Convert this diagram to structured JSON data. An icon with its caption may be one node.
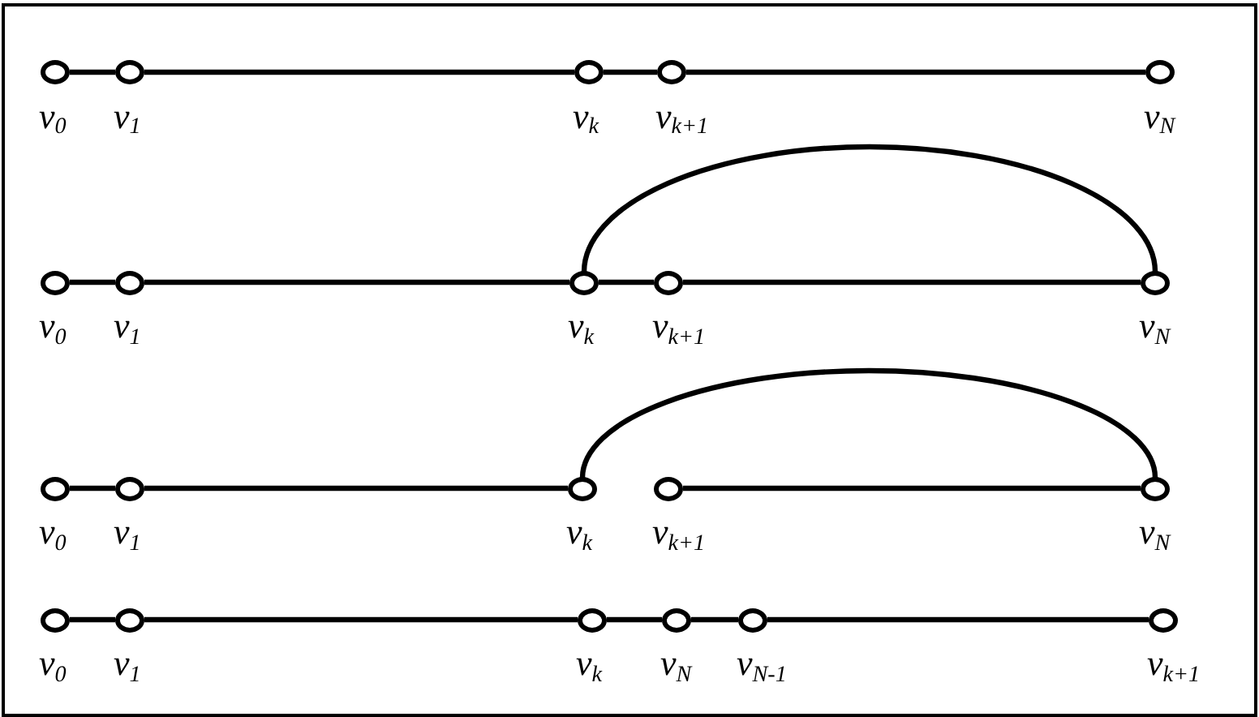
{
  "diagram": {
    "nodes": [
      {
        "text": [],
        "shape": "circle",
        "beside": [
          "v$_{0}$"
        ]
      },
      {
        "text": [],
        "shape": "circle",
        "beside": [
          "v$_{1}$"
        ]
      },
      {
        "text": [],
        "shape": "circle",
        "beside": [
          "v$_{k}$"
        ]
      },
      {
        "text": [],
        "shape": "circle",
        "beside": [
          "v$_{k+1}$"
        ]
      },
      {
        "text": [],
        "shape": "circle",
        "beside": [
          "v$_{N}$"
        ]
      },
      {
        "text": [],
        "shape": "circle",
        "beside": [
          "v$_{0}$"
        ]
      },
      {
        "text": [],
        "shape": "circle",
        "beside": [
          "v$_{1}$"
        ]
      },
      {
        "text": [],
        "shape": "circle",
        "beside": [
          "v$_{k}$"
        ]
      },
      {
        "text": [],
        "shape": "circle",
        "beside": [
          "v$_{k+1}$"
        ]
      },
      {
        "text": [],
        "shape": "circle",
        "beside": [
          "v$_{N}$"
        ]
      },
      {
        "text": [],
        "shape": "circle",
        "beside": [
          "v$_{0}$"
        ]
      },
      {
        "text": [],
        "shape": "circle",
        "beside": [
          "v$_{1}$"
        ]
      },
      {
        "text": [],
        "shape": "circle",
        "beside": [
          "v$_{k}$"
        ]
      },
      {
        "text": [],
        "shape": "circle",
        "beside": [
          "v$_{k+1}$"
        ]
      },
      {
        "text": [],
        "shape": "circle",
        "beside": [
          "v$_{N}$"
        ]
      },
      {
        "text": [],
        "shape": "circle",
        "beside": [
          "v$_{0}$"
        ]
      },
      {
        "text": [],
        "shape": "circle",
        "beside": [
          "v$_{1}$"
        ]
      },
      {
        "text": [],
        "shape": "circle",
        "beside": [
          "v$_{k}$"
        ]
      },
      {
        "text": [],
        "shape": "circle",
        "beside": [
          "v$_{N}$"
        ]
      },
      {
        "text": [],
        "shape": "circle",
        "beside": [
          "v$_{N-1}$"
        ]
      },
      {
        "text": [],
        "shape": "circle",
        "beside": [
          "v$_{k+1}$"
        ]
      }
    ],
    "edges": [
      {
        "from": 0,
        "to": 1,
        "arrow": "none"
      },
      {
        "from": 1,
        "to": 2,
        "arrow": "none"
      },
      {
        "from": 2,
        "to": 3,
        "arrow": "none"
      },
      {
        "from": 3,
        "to": 4,
        "arrow": "none"
      },
      {
        "from": 5,
        "to": 6,
        "arrow": "none"
      },
      {
        "from": 6,
        "to": 7,
        "arrow": "none"
      },
      {
        "from": 7,
        "to": 8,
        "arrow": "none"
      },
      {
        "from": 8,
        "to": 9,
        "arrow": "none"
      },
      {
        "from": 7,
        "to": 9,
        "arrow": "none"
      },
      {
        "from": 10,
        "to": 11,
        "arrow": "none"
      },
      {
        "from": 11,
        "to": 12,
        "arrow": "none"
      },
      {
        "from": 12,
        "to": 14,
        "arrow": "none"
      },
      {
        "from": 13,
        "to": 14,
        "arrow": "none"
      },
      {
        "from": 15,
        "to": 16,
        "arrow": "none"
      },
      {
        "from": 16,
        "to": 17,
        "arrow": "none"
      },
      {
        "from": 17,
        "to": 18,
        "arrow": "none"
      },
      {
        "from": 18,
        "to": 19,
        "arrow": "none"
      },
      {
        "from": 19,
        "to": 20,
        "arrow": "none"
      }
    ]
  }
}
